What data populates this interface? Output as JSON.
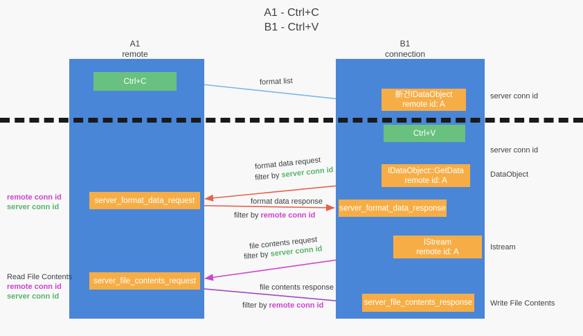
{
  "title": {
    "line1": "A1 - Ctrl+C",
    "line2": "B1 - Ctrl+V"
  },
  "lanes": [
    {
      "name": "A1",
      "sub": "remote"
    },
    {
      "name": "B1",
      "sub": "connection"
    }
  ],
  "nodes": {
    "ctrl_c": {
      "label": "Ctrl+C",
      "color": "#68c17f"
    },
    "new_idataobject": {
      "line1": "新건IDataObject",
      "line2": "remote id: A",
      "color": "#f7ad45"
    },
    "ctrl_v": {
      "label": "Ctrl+V",
      "color": "#68c17f"
    },
    "getdata": {
      "line1": "IDataObject::GetData",
      "line2": "remote id: A",
      "color": "#f7ad45"
    },
    "server_format_data_request": {
      "label": "server_format_data_request",
      "color": "#f7ad45"
    },
    "server_format_data_response": {
      "label": "server_format_data_response",
      "color": "#f7ad45"
    },
    "istream": {
      "line1": "IStream",
      "line2": "remote id: A",
      "color": "#f7ad45"
    },
    "server_file_contents_request": {
      "label": "server_file_contents_request",
      "color": "#f7ad45"
    },
    "server_file_contents_response": {
      "label": "server_file_contents_response",
      "color": "#f7ad45"
    }
  },
  "edge_labels": {
    "format_list": "format list",
    "format_data_request": "format data request",
    "format_data_request_filter_prefix": "filter by ",
    "format_data_request_filter_key": "server conn id",
    "format_data_response": "format data response",
    "format_data_response_filter_prefix": "filter by ",
    "format_data_response_filter_key": "remote conn id",
    "file_contents_request": "file contents request",
    "file_contents_request_filter_prefix": "filter by ",
    "file_contents_request_filter_key": "server conn id",
    "file_contents_response": "file contents response",
    "file_contents_response_filter_prefix": "filter by ",
    "file_contents_response_filter_key": "remote conn id"
  },
  "annotations": {
    "left_remote_conn_id": "remote conn id",
    "left_server_conn_id": "server conn id",
    "read_file_contents": "Read File Contents",
    "left2_remote_conn_id": "remote conn id",
    "left2_server_conn_id": "server conn id",
    "right_server_conn_id_top": "server conn id",
    "right_server_conn_id_mid": "server conn id",
    "right_dataobject": "DataObject",
    "right_istream": "Istream",
    "right_write_file_contents": "Write File Contents"
  },
  "colors": {
    "lane": "#4a86d8",
    "orange": "#f7ad45",
    "green_box": "#68c17f",
    "green_text": "#57b36c",
    "magenta_text": "#cc44cc",
    "arrow_lightblue": "#7eb6e8",
    "arrow_red": "#e8604c",
    "arrow_magenta": "#cc44cc",
    "arrow_purple": "#a347c4",
    "arrow_black": "#1a1a1a",
    "background": "#f8f8f8"
  }
}
